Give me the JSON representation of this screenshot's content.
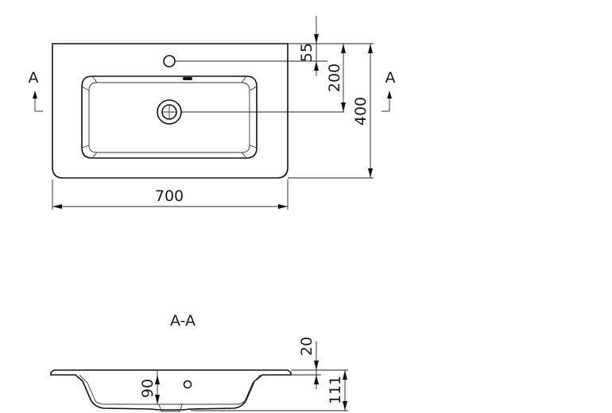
{
  "top_view": {
    "width_dim": "700",
    "height_dim": "400",
    "bowl_dim": "200",
    "taphole_dim": "55",
    "section_mark_left": "A",
    "section_mark_right": "A"
  },
  "section_view": {
    "title": "A-A",
    "rim_dim": "20",
    "depth_dim": "90",
    "total_dim": "111"
  },
  "colors": {
    "line": "#111111",
    "background": "#ffffff"
  }
}
